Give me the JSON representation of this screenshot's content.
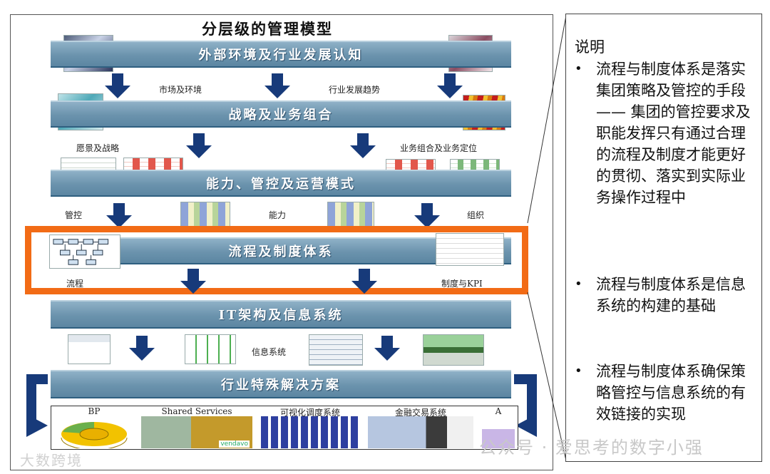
{
  "diagram": {
    "title": "分层级的管理模型",
    "bands": {
      "external": "外部环境及行业发展认知",
      "strategy": "战略及业务组合",
      "capability": "能力、管控及运营模式",
      "process": "流程及制度体系",
      "it": "IT架构及信息系统",
      "industry": "行业特殊解决方案"
    },
    "labels": {
      "market": "市场及环境",
      "trend": "行业发展趋势",
      "vision": "愿景及战略",
      "portfolio": "业务组合及业务定位",
      "control": "管控",
      "ability": "能力",
      "organization": "组织",
      "flow": "流程",
      "policy_kpi": "制度与KPI",
      "info_system": "信息系统"
    },
    "solutions": [
      "BP",
      "Shared Services",
      "可视化调度系统",
      "金融交易系统",
      "A"
    ],
    "vendor_mark": "vendavo"
  },
  "notes": {
    "title": "说明",
    "items": [
      "流程与制度体系是落实集团策略及管控的手段—— 集团的管控要求及职能发挥只有通过合理的流程及制度才能更好的贯彻、落实到实际业务操作过程中",
      "流程与制度体系是信息系统的构建的基础",
      "流程与制度体系确保策略管控与信息系统的有效链接的实现"
    ],
    "bullet": "•"
  },
  "watermarks": {
    "left": "大数跨境",
    "right": "公众号 · 爱思考的数字小强"
  },
  "colors": {
    "band": "#6b93ad",
    "arrow": "#173a7a",
    "highlight": "#f26b16"
  }
}
